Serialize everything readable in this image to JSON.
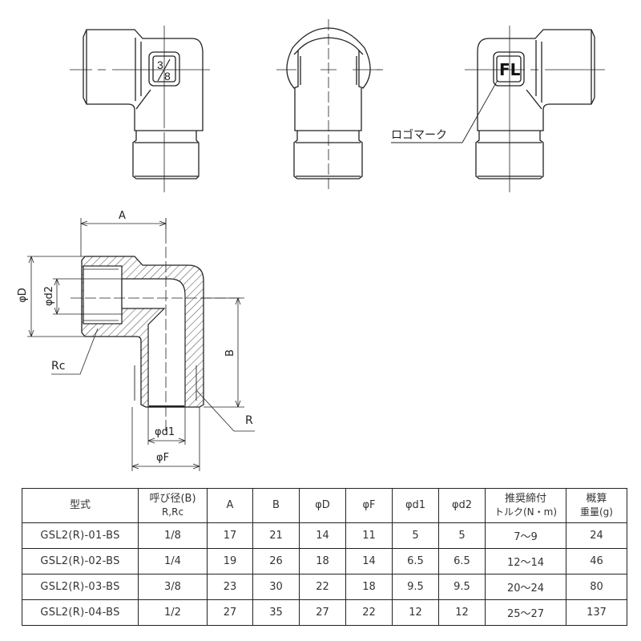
{
  "drawing": {
    "views": {
      "front_view": {
        "size_marking": "3/8",
        "size_numerator": "3",
        "size_denominator": "8"
      },
      "side_view": {},
      "rear_view": {
        "logo_text": "FL",
        "logo_callout": "ロゴマーク"
      }
    },
    "section_view": {
      "dimension_labels": {
        "A": "A",
        "B": "B",
        "phi_D": "φD",
        "phi_d2": "φd2",
        "phi_d1": "φd1",
        "phi_F": "φF",
        "Rc": "Rc",
        "R": "R"
      }
    }
  },
  "table": {
    "headers": [
      {
        "line1": "型式",
        "line2": ""
      },
      {
        "line1": "呼び径(B)",
        "line2": "R,Rc"
      },
      {
        "line1": "A",
        "line2": ""
      },
      {
        "line1": "B",
        "line2": ""
      },
      {
        "line1": "φD",
        "line2": ""
      },
      {
        "line1": "φF",
        "line2": ""
      },
      {
        "line1": "φd1",
        "line2": ""
      },
      {
        "line1": "φd2",
        "line2": ""
      },
      {
        "line1": "推奨締付",
        "line2": "トルク(N・m)"
      },
      {
        "line1": "概算",
        "line2": "重量(g)"
      }
    ],
    "rows": [
      [
        "GSL2(R)-01-BS",
        "1/8",
        "17",
        "21",
        "14",
        "11",
        "5",
        "5",
        "7〜9",
        "24"
      ],
      [
        "GSL2(R)-02-BS",
        "1/4",
        "19",
        "26",
        "18",
        "14",
        "6.5",
        "6.5",
        "12〜14",
        "46"
      ],
      [
        "GSL2(R)-03-BS",
        "3/8",
        "23",
        "30",
        "22",
        "18",
        "9.5",
        "9.5",
        "20〜24",
        "80"
      ],
      [
        "GSL2(R)-04-BS",
        "1/2",
        "27",
        "35",
        "27",
        "22",
        "12",
        "12",
        "25〜27",
        "137"
      ]
    ]
  },
  "colors": {
    "line": "#222222",
    "hatch": "#444444",
    "background": "#ffffff"
  }
}
